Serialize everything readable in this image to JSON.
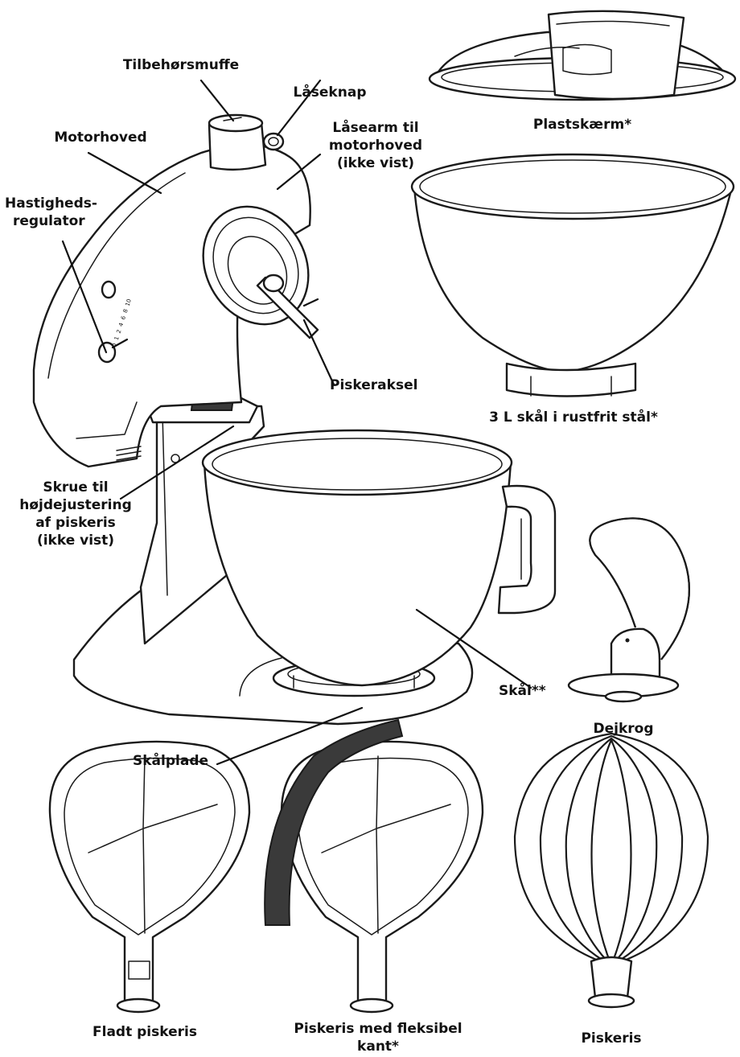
{
  "labels": {
    "tilbehor": "Tilbehørsmuffe",
    "laaseknap": "Låseknap",
    "motorhoved": "Motorhoved",
    "laasearm": [
      "Låsearm til",
      "motorhoved",
      "(ikke vist)"
    ],
    "hastighed": [
      "Hastigheds-",
      "regulator"
    ],
    "piskeraksel": "Piskeraksel",
    "skrue": [
      "Skrue til",
      "højdejustering",
      "af piskeris",
      "(ikke vist)"
    ],
    "skaal": "Skål**",
    "skaalplade": "Skålplade",
    "plastskaerm": "Plastskærm*",
    "skaal3l": "3 L skål i rustfrit stål*",
    "dejkrog": "Dejkrog",
    "fladt": "Fladt piskeris",
    "fleksibel": [
      "Piskeris med fleksibel",
      "kant*"
    ],
    "piskeris": "Piskeris"
  },
  "speed_dial": [
    "0",
    "1",
    "2",
    "4",
    "6",
    "8",
    "10"
  ]
}
